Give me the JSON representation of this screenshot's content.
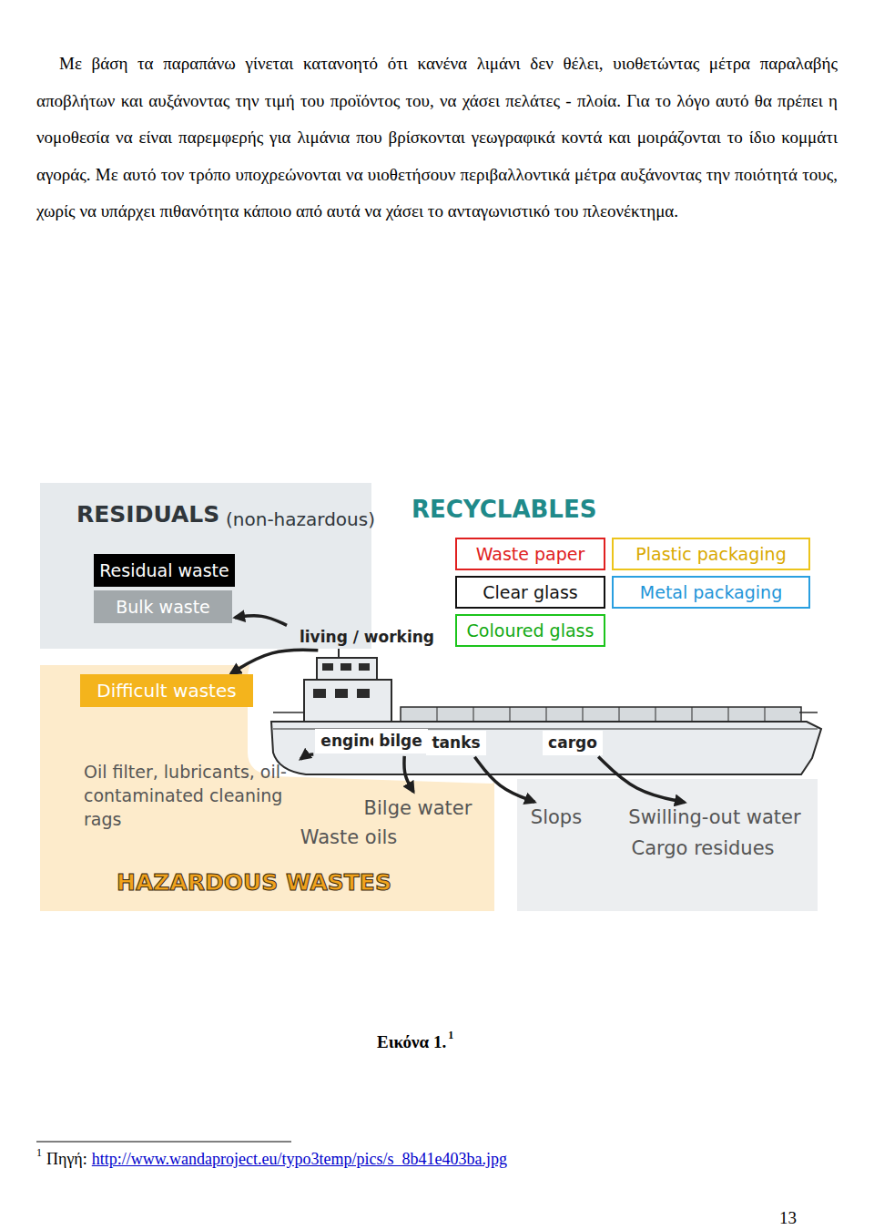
{
  "diagram": {
    "caption": "Εικόνα 1.",
    "nodes": [
      {
        "text": [
          "RESIDUALS",
          "(non-hazardous)"
        ]
      },
      {
        "text": [
          "Residual waste"
        ],
        "in": 0
      },
      {
        "text": [
          "Bulk waste"
        ],
        "in": 0
      },
      {
        "text": [
          "RECYCLABLES"
        ]
      },
      {
        "text": [
          "Waste paper"
        ],
        "in": 3
      },
      {
        "text": [
          "Plastic packaging"
        ],
        "in": 3
      },
      {
        "text": [
          "Clear glass"
        ],
        "in": 3
      },
      {
        "text": [
          "Metal packaging"
        ],
        "in": 3
      },
      {
        "text": [
          "Coloured glass"
        ],
        "in": 3
      },
      {
        "text": [
          "living / working"
        ]
      },
      {
        "text": [
          "HAZARDOUS WASTES"
        ]
      },
      {
        "text": [
          "Difficult wastes"
        ],
        "in": 10
      },
      {
        "text": [
          "engine"
        ]
      },
      {
        "text": [
          "bilge"
        ]
      },
      {
        "text": [
          "tanks"
        ]
      },
      {
        "text": [
          "cargo"
        ]
      },
      {
        "text": [
          "Oil filter, lubricants, oil-contaminated cleaning rags"
        ],
        "in": 10
      },
      {
        "text": [
          "Bilge water"
        ],
        "in": 10
      },
      {
        "text": [
          "Waste oils"
        ],
        "in": 10
      },
      {
        "text": [
          "Slops"
        ]
      },
      {
        "text": [
          "Swilling-out water"
        ]
      },
      {
        "text": [
          "Cargo residues"
        ]
      }
    ],
    "edges": [
      {
        "from": 9,
        "to": 2,
        "arrow": "to"
      },
      {
        "from": 9,
        "to": 11,
        "arrow": "to"
      },
      {
        "from": 12,
        "to": 16,
        "arrow": "to"
      },
      {
        "from": 13,
        "to": 17,
        "arrow": "to"
      },
      {
        "from": 14,
        "to": 19,
        "arrow": "to"
      },
      {
        "from": 15,
        "to": 20,
        "arrow": "to"
      }
    ],
    "labels": [
      "Με βάση τα παραπάνω γίνεται κατανοητό ότι κανένα λιμάνι δεν θέλει, υιοθετώντας μέτρα παραλαβής αποβλήτων και αυξάνοντας την τιμή του προϊόντος του, να χάσει πελάτες - πλοία. Για το λόγο αυτό θα πρέπει η νομοθεσία να είναι παρεμφερής για λιμάνια που βρίσκονται γεωγραφικά κοντά και μοιράζονται το ίδιο κομμάτι αγοράς. Με αυτό τον τρόπο υποχρεώνονται να υιοθετήσουν περιβαλλοντικά μέτρα αυξάνοντας την ποιότητά τους, χωρίς να υπάρχει πιθανότητα κάποιο από αυτά να χάσει το ανταγωνιστικό του πλεονέκτημα.",
      "1",
      "1",
      "Πηγή:",
      "http://www.wandaproject.eu/typo3temp/pics/s_8b41e403ba.jpg",
      "13"
    ]
  }
}
